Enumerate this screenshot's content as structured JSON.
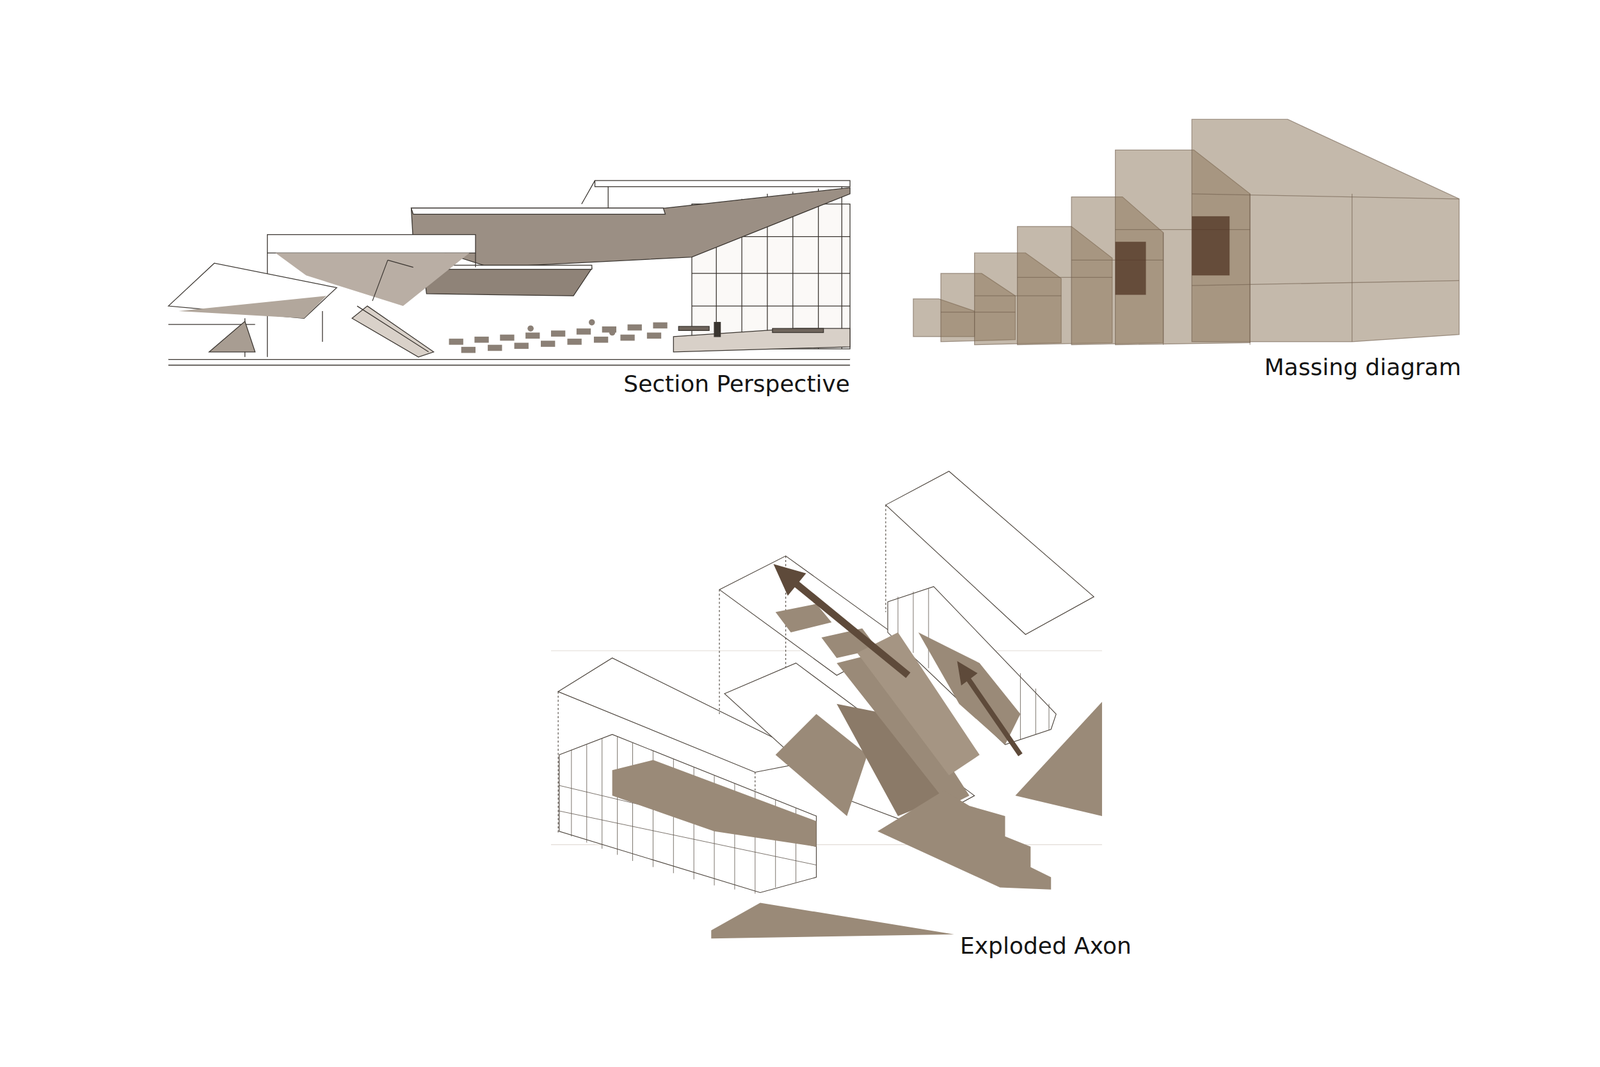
{
  "diagram": {
    "labels": [
      "Section Perspective",
      "Massing diagram",
      "Exploded Axon"
    ]
  }
}
